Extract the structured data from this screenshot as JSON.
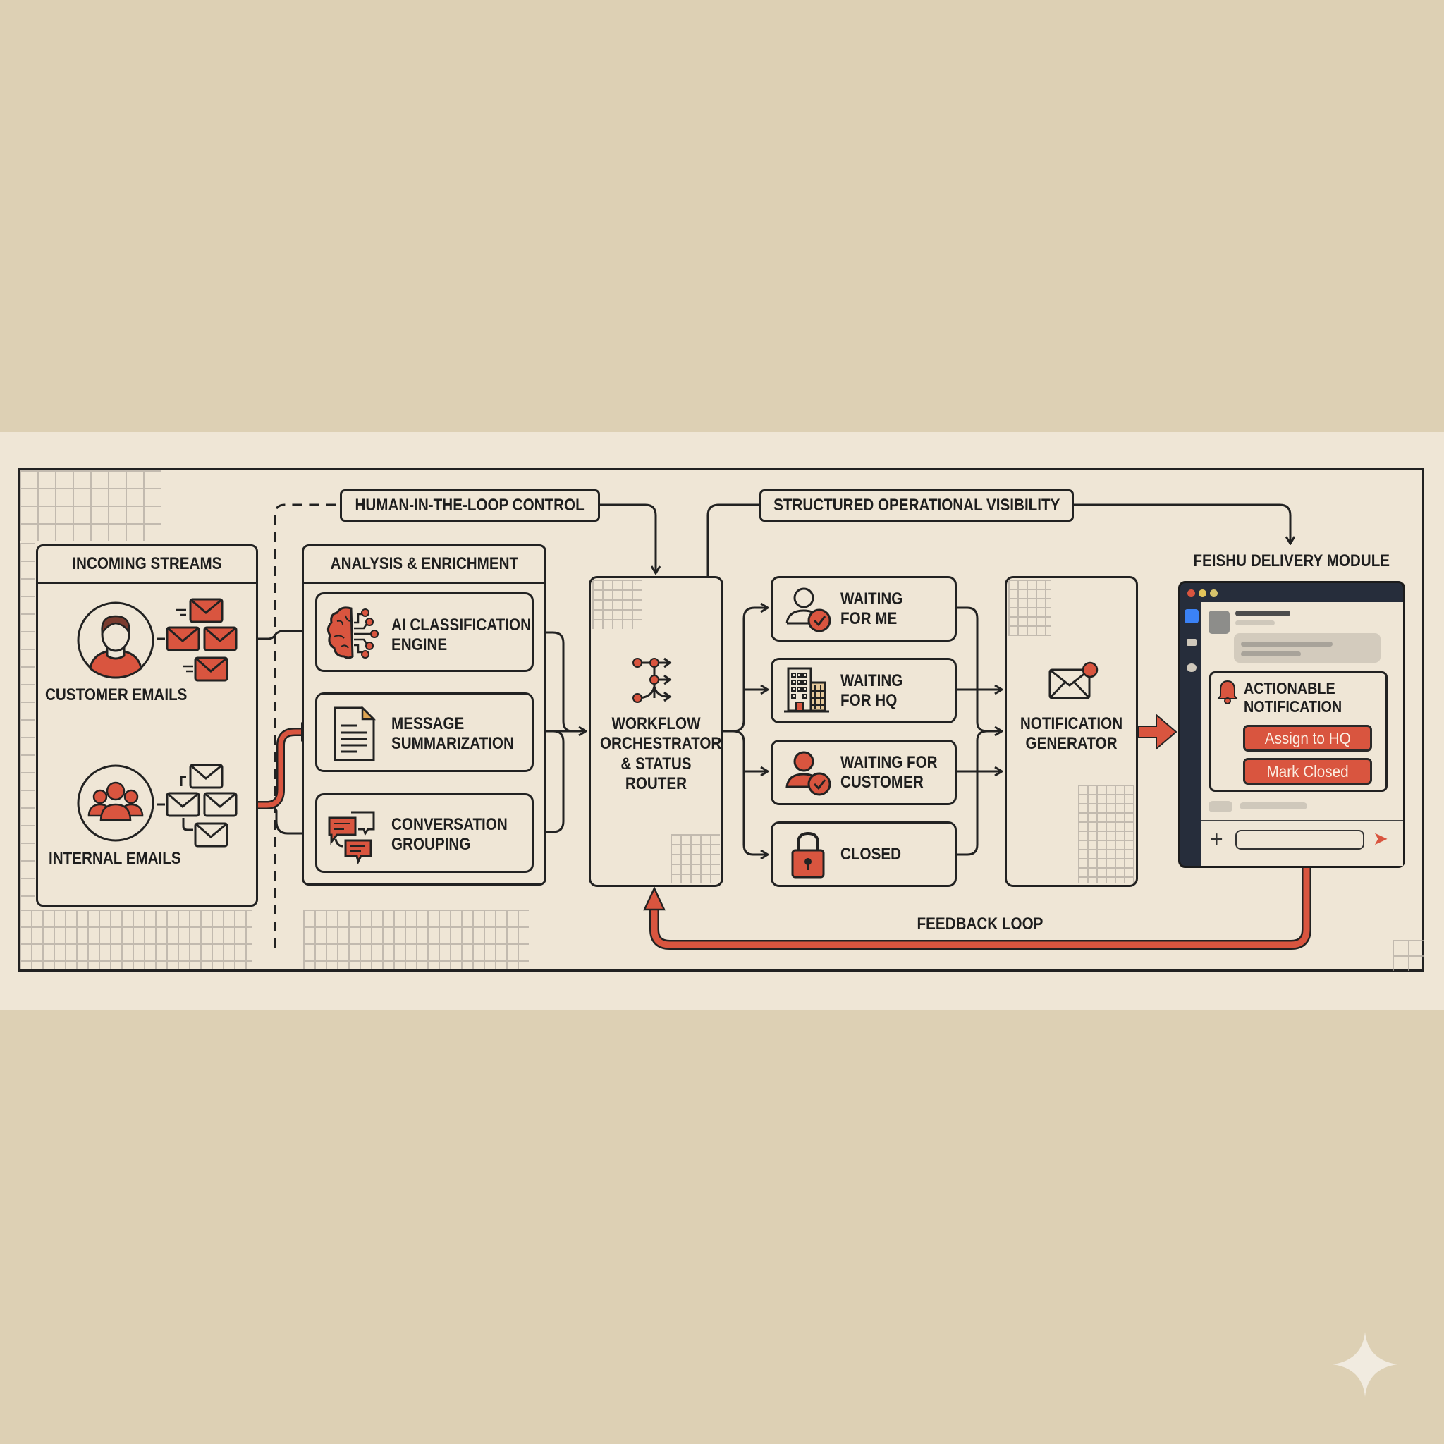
{
  "diagram": {
    "colors": {
      "accent": "#d9553f",
      "ink": "#1e1e1e",
      "paper": "#efe6d6",
      "background": "#ddd0b4",
      "window_dark": "#262d3b",
      "link_blue": "#3b82f6"
    },
    "top_labels": {
      "human_in_the_loop": "HUMAN-IN-THE-LOOP CONTROL",
      "structured_visibility": "STRUCTURED OPERATIONAL VISIBILITY"
    },
    "incoming": {
      "title": "INCOMING STREAMS",
      "sources": [
        {
          "label": "CUSTOMER EMAILS",
          "icon": "person-icon"
        },
        {
          "label": "INTERNAL EMAILS",
          "icon": "group-icon"
        }
      ]
    },
    "analysis": {
      "title": "ANALYSIS & ENRICHMENT",
      "steps": [
        {
          "line1": "AI CLASSIFICATION",
          "line2": "ENGINE",
          "icon": "brain-circuit-icon"
        },
        {
          "line1": "MESSAGE",
          "line2": "SUMMARIZATION",
          "icon": "document-icon"
        },
        {
          "line1": "CONVERSATION",
          "line2": "GROUPING",
          "icon": "chat-bubbles-icon"
        }
      ]
    },
    "orchestrator": {
      "lines": [
        "WORKFLOW",
        "ORCHESTRATOR",
        "& STATUS",
        "ROUTER"
      ],
      "icon": "workflow-branch-icon"
    },
    "statuses": [
      {
        "line1": "WAITING",
        "line2": "FOR ME",
        "icon": "user-check-icon"
      },
      {
        "line1": "WAITING",
        "line2": "FOR HQ",
        "icon": "building-icon"
      },
      {
        "line1": "WAITING FOR",
        "line2": "CUSTOMER",
        "icon": "customer-check-icon"
      },
      {
        "line1": "CLOSED",
        "line2": "",
        "icon": "lock-icon"
      }
    ],
    "notification_generator": {
      "line1": "NOTIFICATION",
      "line2": "GENERATOR",
      "icon": "mail-badge-icon"
    },
    "feishu": {
      "title": "FEISHU DELIVERY MODULE",
      "card": {
        "line1": "ACTIONABLE",
        "line2": "NOTIFICATION",
        "buttons": [
          "Assign to HQ",
          "Mark Closed"
        ]
      },
      "input_placeholder": "",
      "add_symbol": "+",
      "send_symbol": "➤"
    },
    "feedback_label": "FEEDBACK LOOP"
  }
}
